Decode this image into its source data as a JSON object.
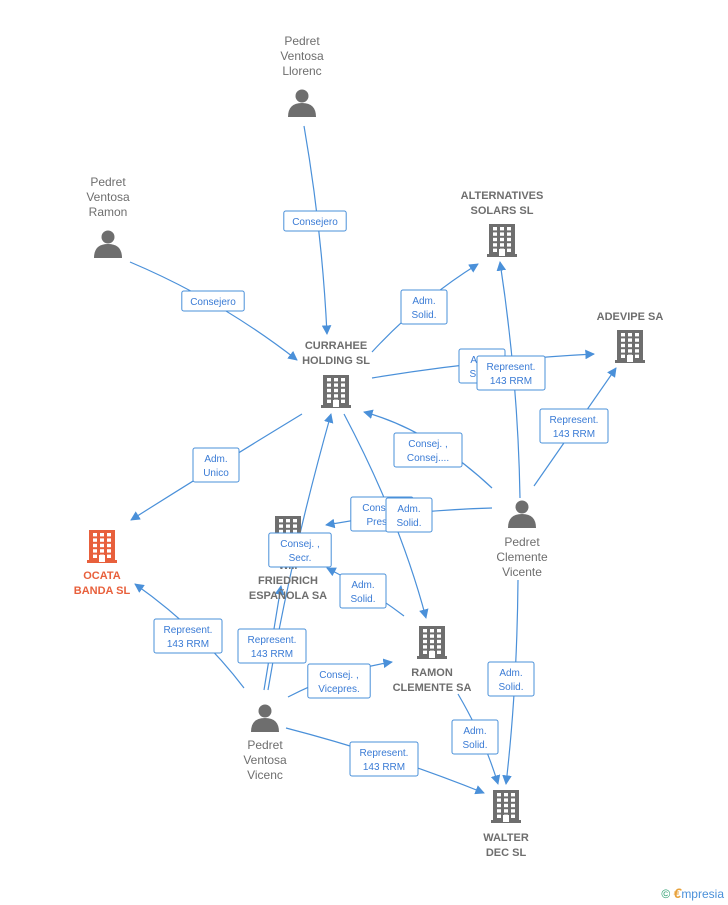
{
  "colors": {
    "edge": "#4a90d9",
    "node": "#6e6e6e",
    "highlight": "#e8603c"
  },
  "nodes": [
    {
      "id": "llorenc",
      "kind": "person",
      "label": [
        "Pedret",
        "Ventosa",
        "Llorenc"
      ]
    },
    {
      "id": "ramon",
      "kind": "person",
      "label": [
        "Pedret",
        "Ventosa",
        "Ramon"
      ]
    },
    {
      "id": "alternatives",
      "kind": "company",
      "label": [
        "ALTERNATIVES",
        "SOLARS  SL"
      ]
    },
    {
      "id": "adevipe",
      "kind": "company",
      "label": [
        "ADEVIPE SA"
      ]
    },
    {
      "id": "currahee",
      "kind": "company",
      "label": [
        "CURRAHEE",
        "HOLDING  SL"
      ]
    },
    {
      "id": "ocata",
      "kind": "company",
      "highlight": true,
      "label": [
        "OCATA",
        "BANDA  SL"
      ]
    },
    {
      "id": "wf",
      "kind": "company",
      "label": [
        "W...",
        "FRIEDRICH",
        "ESPAÑOLA SA"
      ]
    },
    {
      "id": "clemente",
      "kind": "person",
      "label": [
        "Pedret",
        "Clemente",
        "Vicente"
      ]
    },
    {
      "id": "ramonclemente",
      "kind": "company",
      "label": [
        "RAMON",
        "CLEMENTE SA"
      ]
    },
    {
      "id": "vicenc",
      "kind": "person",
      "label": [
        "Pedret",
        "Ventosa",
        "Vicenc"
      ]
    },
    {
      "id": "walter",
      "kind": "company",
      "label": [
        "WALTER",
        "DEC  SL"
      ]
    }
  ],
  "edges": [
    {
      "label": [
        "Consejero"
      ]
    },
    {
      "label": [
        "Consejero"
      ]
    },
    {
      "label": [
        "Adm.",
        "Solid."
      ]
    },
    {
      "label": [
        "Adm.",
        "Solid."
      ]
    },
    {
      "label": [
        "Represent.",
        "143 RRM"
      ]
    },
    {
      "label": [
        "Represent.",
        "143 RRM"
      ]
    },
    {
      "label": [
        "Consej. ,",
        "Consej...."
      ]
    },
    {
      "label": [
        "Adm.",
        "Unico"
      ]
    },
    {
      "label": [
        "Consej. ,",
        "Presid."
      ]
    },
    {
      "label": [
        "Adm.",
        "Solid."
      ]
    },
    {
      "label": [
        "Consej. ,",
        "Secr."
      ]
    },
    {
      "label": [
        "Adm.",
        "Solid."
      ]
    },
    {
      "label": [
        "Represent.",
        "143 RRM"
      ]
    },
    {
      "label": [
        "Represent.",
        "143 RRM"
      ]
    },
    {
      "label": [
        "Consej. ,",
        "Vicepres."
      ]
    },
    {
      "label": [
        "Adm.",
        "Solid."
      ]
    },
    {
      "label": [
        "Adm.",
        "Solid."
      ]
    },
    {
      "label": [
        "Represent.",
        "143 RRM"
      ]
    }
  ],
  "brand": {
    "copyright": "©",
    "first": "€",
    "rest": "mpresia"
  }
}
